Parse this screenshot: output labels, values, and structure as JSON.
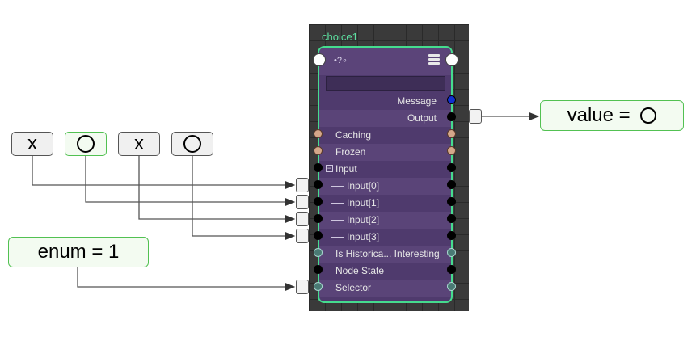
{
  "node": {
    "title": "choice1",
    "header_icon_glyph": "•?∘",
    "ports": [
      {
        "label": "Message",
        "align": "right",
        "left_port": null,
        "right_port": "blue"
      },
      {
        "label": "Output",
        "align": "right",
        "left_port": null,
        "right_port": "black"
      },
      {
        "label": "Caching",
        "align": "left",
        "left_port": "tan",
        "right_port": "tan"
      },
      {
        "label": "Frozen",
        "align": "left",
        "left_port": "tan",
        "right_port": "tan"
      },
      {
        "label": "Input",
        "align": "tree-root",
        "left_port": "black",
        "right_port": "black"
      },
      {
        "label": "Input[0]",
        "align": "tree-child",
        "left_port": "black",
        "right_port": "black"
      },
      {
        "label": "Input[1]",
        "align": "tree-child",
        "left_port": "black",
        "right_port": "black"
      },
      {
        "label": "Input[2]",
        "align": "tree-child",
        "left_port": "black",
        "right_port": "black"
      },
      {
        "label": "Input[3]",
        "align": "tree-child",
        "left_port": "black",
        "right_port": "black"
      },
      {
        "label": "Is Historica... Interesting",
        "align": "left",
        "left_port": "teal",
        "right_port": "teal"
      },
      {
        "label": "Node State",
        "align": "left",
        "left_port": "black",
        "right_port": "black"
      },
      {
        "label": "Selector",
        "align": "left",
        "left_port": "teal",
        "right_port": "teal"
      }
    ],
    "colors": {
      "border": "#45dc8e",
      "body": "#4f3a6d",
      "title": "#5ce0a0"
    }
  },
  "inputs": [
    {
      "label": "x",
      "style": "plain"
    },
    {
      "label": "",
      "style": "green",
      "symbol": "circle"
    },
    {
      "label": "x",
      "style": "plain"
    },
    {
      "label": "",
      "style": "plain",
      "symbol": "circle"
    }
  ],
  "enum_box": {
    "label": "enum = 1"
  },
  "value_box": {
    "label": "value = "
  }
}
